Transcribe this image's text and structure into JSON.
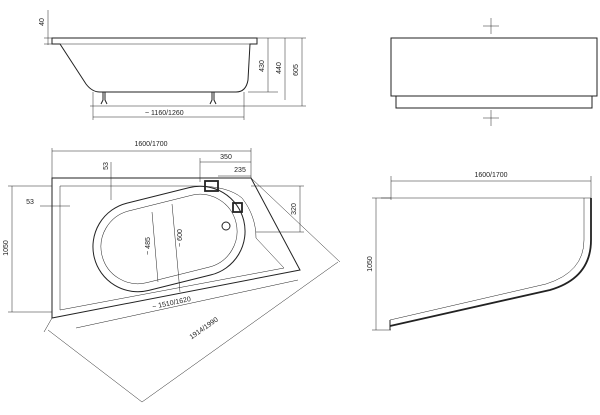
{
  "side_view": {
    "dim_rim": "40",
    "dim_h1": "430",
    "dim_h2": "440",
    "dim_h3": "605",
    "dim_bottom": "1160/1260"
  },
  "plan_view": {
    "dim_total_width": "1600/1700",
    "dim_left_top": "53",
    "dim_left_side": "53",
    "dim_350": "350",
    "dim_235": "235",
    "dim_320": "320",
    "dim_485": "485",
    "dim_600": "600",
    "dim_height": "1050",
    "dim_inner_length": "1510/1620",
    "dim_diagonal": "1914/1990"
  },
  "front_panel": {
    "dim_width": "1600/1700",
    "dim_height": "1050"
  },
  "colors": {
    "line": "#222222",
    "background": "#ffffff"
  }
}
